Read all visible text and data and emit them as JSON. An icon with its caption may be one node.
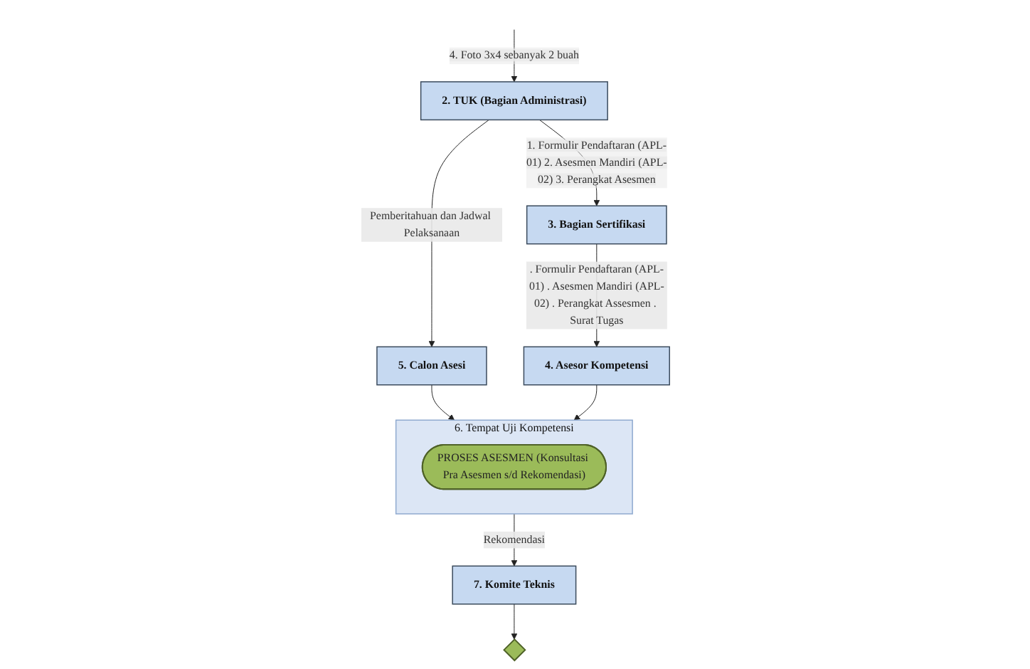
{
  "diagram": {
    "nodes": [
      {
        "text": [
          "2. TUK (Bagian Administrasi)"
        ]
      },
      {
        "text": [
          "3. Bagian Sertifikasi"
        ]
      },
      {
        "text": [
          "5. Calon Asesi"
        ]
      },
      {
        "text": [
          "6. Tempat Uji Kompetensi"
        ]
      },
      {
        "text": [
          "PROSES ASESMEN (Konsultasi Pra Asesmen s/d Rekomendasi)"
        ],
        "in": 3
      },
      {
        "text": [
          "4. Asesor Kompetensi"
        ]
      },
      {
        "text": [
          "7. Komite Teknis"
        ]
      },
      {
        "text": [],
        "shape": "diamond"
      }
    ],
    "edges": [
      {
        "from": null,
        "to": 0,
        "arrow": "to",
        "label": "4. Foto 3x4 sebanyak 2 buah"
      },
      {
        "from": 0,
        "to": 1,
        "arrow": "to",
        "label": "1. Formulir Pendaftaran (APL-01) 2. Asesmen Mandiri (APL-02) 3. Perangkat Asesmen"
      },
      {
        "from": 0,
        "to": 2,
        "arrow": "to",
        "label": "Pemberitahuan dan Jadwal Pelaksanaan"
      },
      {
        "from": 1,
        "to": 5,
        "arrow": "to",
        "label": ". Formulir Pendaftaran (APL-01) . Asesmen Mandiri (APL-02) . Perangkat Assesmen . Surat Tugas"
      },
      {
        "from": 2,
        "to": 3,
        "arrow": "to"
      },
      {
        "from": 5,
        "to": 3,
        "arrow": "to"
      },
      {
        "from": 3,
        "to": 6,
        "arrow": "to",
        "label": "Rekomendasi"
      },
      {
        "from": 6,
        "to": 7,
        "arrow": "to"
      }
    ]
  }
}
